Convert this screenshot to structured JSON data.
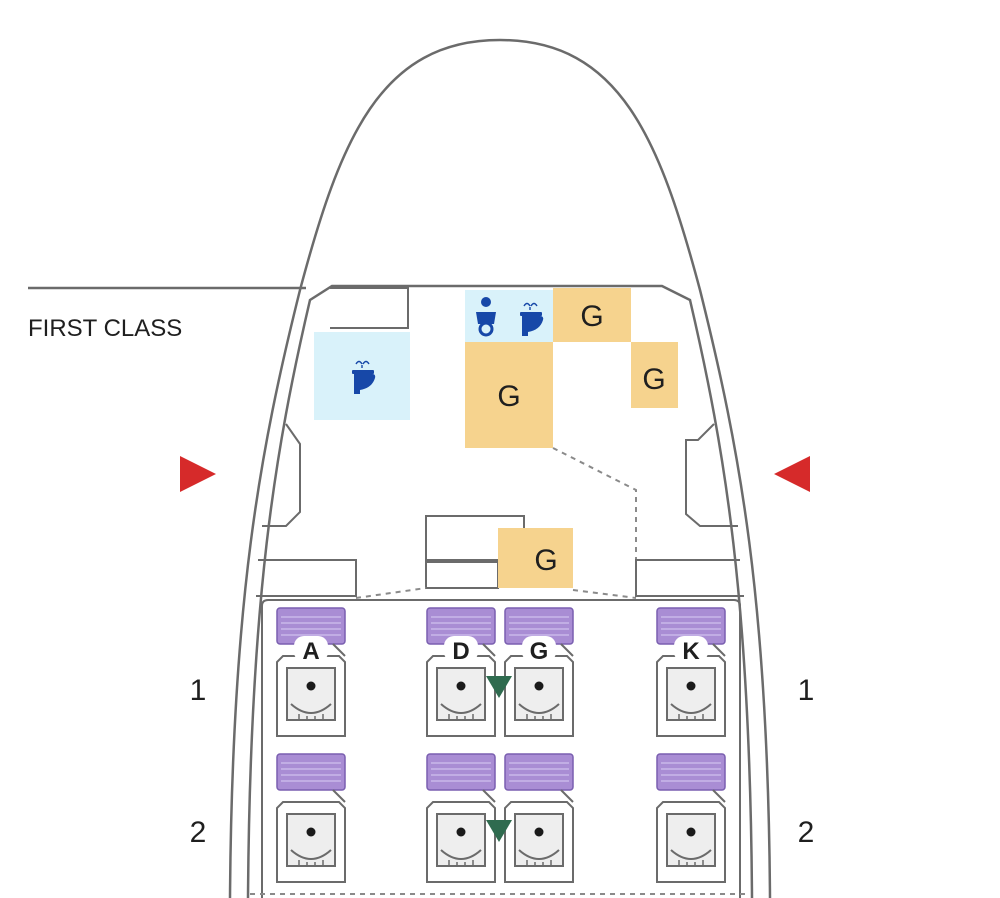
{
  "cabin": {
    "class_label": "FIRST CLASS",
    "columns": [
      "A",
      "D",
      "G",
      "K"
    ],
    "rows": [
      {
        "number": "1",
        "seats": [
          "A",
          "D",
          "G",
          "K"
        ]
      },
      {
        "number": "2",
        "seats": [
          "A",
          "D",
          "G",
          "K"
        ]
      }
    ]
  },
  "galleys": [
    {
      "label": "G"
    },
    {
      "label": "G"
    },
    {
      "label": "G"
    },
    {
      "label": "G"
    }
  ],
  "lavatories": [
    {
      "icon": "toilet-icon"
    },
    {
      "icon": "toilet-icon"
    },
    {
      "icon": "baby-changing-icon"
    }
  ],
  "exits": [
    {
      "icon": "exit-arrow-left-icon"
    },
    {
      "icon": "exit-arrow-right-icon"
    }
  ],
  "colors": {
    "outline": "#6b6b6b",
    "seat_purple": "#a98dd4",
    "seat_gray": "#d8d8d8",
    "galley": "#f6d38e",
    "lavatory": "#d9f2fa",
    "icon_blue": "#1748a8",
    "exit_red": "#d62a2a",
    "bassinet_green": "#2f6b4f"
  }
}
